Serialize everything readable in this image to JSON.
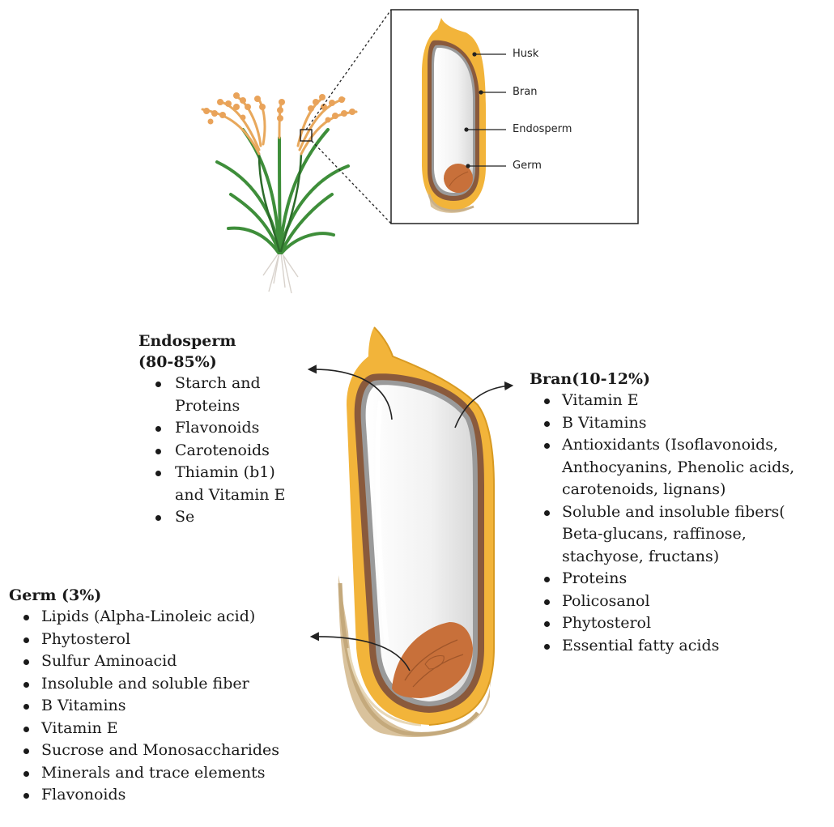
{
  "inset_labels": {
    "husk": "Husk",
    "bran": "Bran",
    "endosperm": "Endosperm",
    "germ": "Germ"
  },
  "endosperm": {
    "title_line1": "Endosperm",
    "title_line2": "(80-85%)",
    "items": [
      "Starch and Proteins",
      "Flavonoids",
      "Carotenoids",
      "Thiamin (b1) and Vitamin E",
      "Se"
    ]
  },
  "bran": {
    "title": "Bran(10-12%)",
    "items": [
      "Vitamin E",
      "B Vitamins",
      "Antioxidants (Isoflavonoids, Anthocyanins, Phenolic acids, carotenoids, lignans)",
      "Soluble and insoluble fibers( Beta-glucans, raffinose, stachyose, fructans)",
      "Proteins",
      "Policosanol",
      "Phytosterol",
      "Essential fatty acids"
    ]
  },
  "germ": {
    "title": "Germ (3%)",
    "items": [
      "Lipids (Alpha-Linoleic acid)",
      "Phytosterol",
      "Sulfur Aminoacid",
      "Insoluble and soluble fiber",
      "B Vitamins",
      "Vitamin E",
      "Sucrose and Monosaccharides",
      "Minerals and trace elements",
      "Flavonoids"
    ]
  },
  "colors": {
    "husk": "#F2B43A",
    "husk_dark": "#D89A22",
    "bran": "#8A5A3C",
    "bran_gray": "#9A9A9A",
    "endosperm": "#F4F4F4",
    "germ": "#C8703A",
    "leaf": "#3E8E3A",
    "panicle": "#E8A85C",
    "base": "#D9C29C"
  },
  "icons": {
    "plant": "rice-plant-icon",
    "grain": "rice-grain-icon"
  }
}
